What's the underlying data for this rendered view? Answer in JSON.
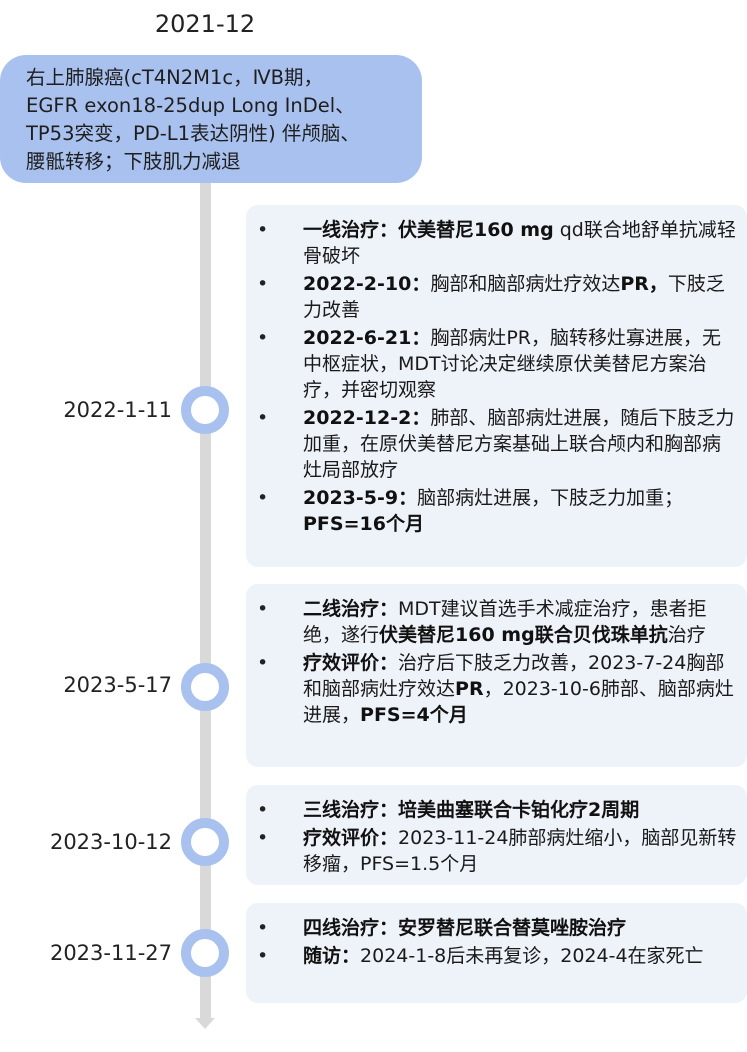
{
  "header": {
    "date": "2021-12",
    "lines": [
      "右上肺腺癌(cT4N2M1c，ⅣB期，",
      "EGFR exon18-25dup Long InDel、",
      "TP53突变，PD-L1表达阴性) 伴颅脑、",
      "腰骶转移；下肢肌力减退"
    ]
  },
  "events": [
    {
      "date": "2022-1-11",
      "items": [
        [
          {
            "t": "一线治疗：伏美替尼160 mg",
            "b": true
          },
          {
            "t": " qd联合地舒单抗减轻骨破坏",
            "b": false
          }
        ],
        [
          {
            "t": "2022-2-10：",
            "b": true
          },
          {
            "t": "胸部和脑部病灶疗效达",
            "b": false
          },
          {
            "t": "PR，",
            "b": true
          },
          {
            "t": "下肢乏力改善",
            "b": false
          }
        ],
        [
          {
            "t": "2022-6-21：",
            "b": true
          },
          {
            "t": "胸部病灶PR，脑转移灶寡进展，无中枢症状，MDT讨论决定继续原伏美替尼方案治疗，并密切观察",
            "b": false
          }
        ],
        [
          {
            "t": "2022-12-2：",
            "b": true
          },
          {
            "t": "肺部、脑部病灶进展，随后下肢乏力加重，在原伏美替尼方案基础上联合颅内和胸部病灶局部放疗",
            "b": false
          }
        ],
        [
          {
            "t": "2023-5-9：",
            "b": true
          },
          {
            "t": "脑部病灶进展，下肢乏力加重；",
            "b": false
          },
          {
            "t": "PFS=16个月",
            "b": true
          }
        ]
      ]
    },
    {
      "date": "2023-5-17",
      "items": [
        [
          {
            "t": "二线治疗：",
            "b": true
          },
          {
            "t": "MDT建议首选手术减症治疗，患者拒绝，遂行",
            "b": false
          },
          {
            "t": "伏美替尼160 mg联合贝伐珠单抗",
            "b": true
          },
          {
            "t": "治疗",
            "b": false
          }
        ],
        [
          {
            "t": "疗效评价：",
            "b": true
          },
          {
            "t": "治疗后下肢乏力改善，2023-7-24胸部和脑部病灶疗效达",
            "b": false
          },
          {
            "t": "PR",
            "b": true
          },
          {
            "t": "，2023-10-6肺部、脑部病灶进展，",
            "b": false
          },
          {
            "t": "PFS=4个月",
            "b": true
          }
        ]
      ]
    },
    {
      "date": "2023-10-12",
      "items": [
        [
          {
            "t": "三线治疗：培美曲塞联合卡铂化疗2周期",
            "b": true
          }
        ],
        [
          {
            "t": "疗效评价：",
            "b": true
          },
          {
            "t": "2023-11-24肺部病灶缩小，脑部见新转移瘤，PFS=1.5个月",
            "b": false
          }
        ]
      ]
    },
    {
      "date": "2023-11-27",
      "items": [
        [
          {
            "t": "四线治疗：安罗替尼联合替莫唑胺治疗",
            "b": true
          }
        ],
        [
          {
            "t": "随访：",
            "b": true
          },
          {
            "t": "2024-1-8后未再复诊，2024-4在家死亡",
            "b": false
          }
        ]
      ]
    }
  ]
}
